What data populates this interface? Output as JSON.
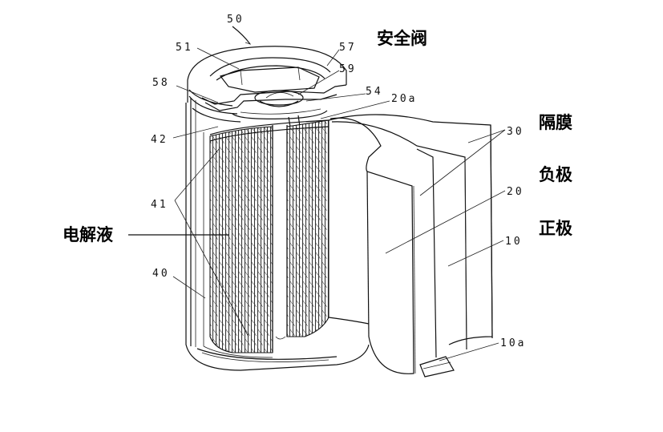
{
  "diagram": {
    "refs": {
      "r50": "50",
      "r51": "51",
      "r57": "57",
      "r59": "59",
      "r58": "58",
      "r54": "54",
      "r20a": "20a",
      "r42": "42",
      "r30": "30",
      "r20": "20",
      "r41": "41",
      "r10": "10",
      "r40": "40",
      "r10a": "10a"
    },
    "labels": {
      "safety_valve": "安全阀",
      "separator": "隔膜",
      "negative": "负极",
      "positive": "正极",
      "electrolyte": "电解液"
    }
  }
}
